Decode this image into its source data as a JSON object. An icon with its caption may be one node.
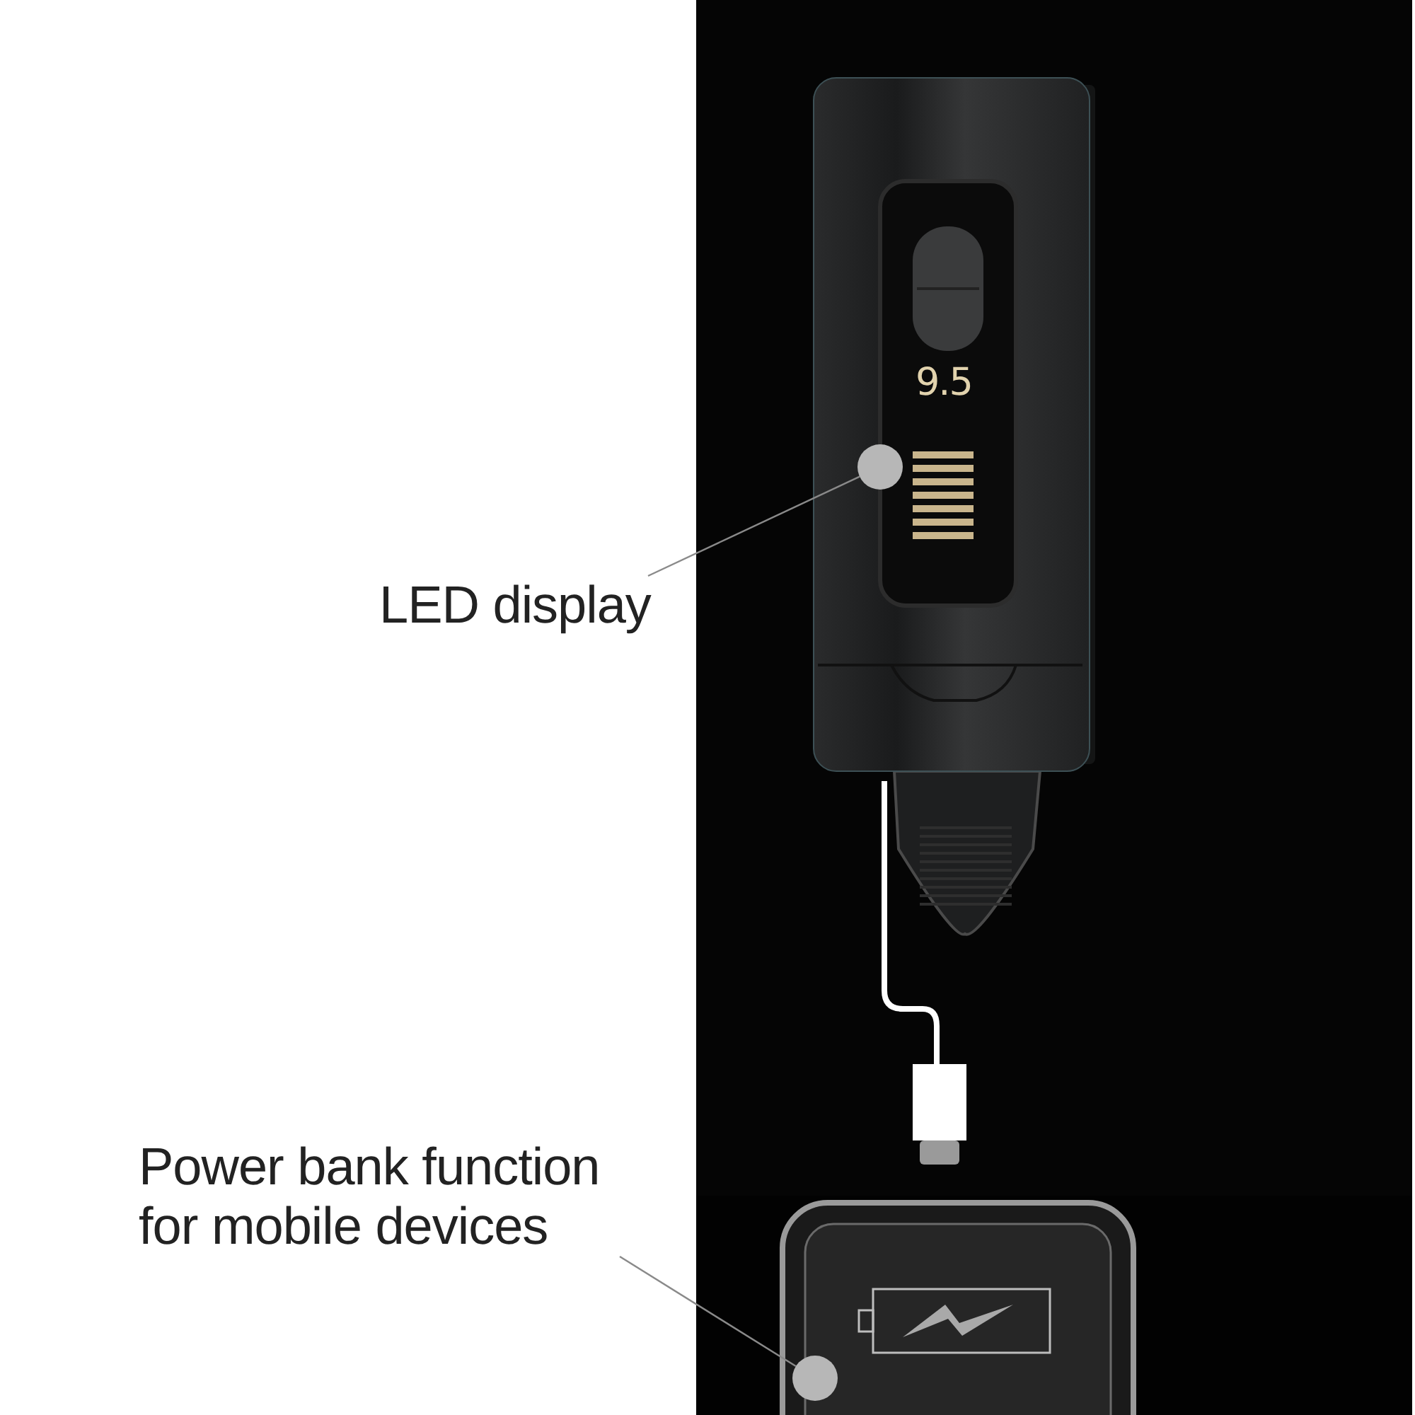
{
  "diagram": {
    "nodes": [
      {
        "text": [
          "LED display"
        ]
      },
      {
        "text": [],
        "shape": "circle"
      },
      {
        "text": [
          "Power bank function for mobile devices"
        ]
      },
      {
        "text": [],
        "shape": "circle"
      }
    ],
    "edges": [
      {
        "from": 0,
        "to": 1,
        "arrow": "none"
      },
      {
        "from": 2,
        "to": 3,
        "arrow": "none"
      }
    ],
    "labels": [
      "9.5"
    ]
  }
}
